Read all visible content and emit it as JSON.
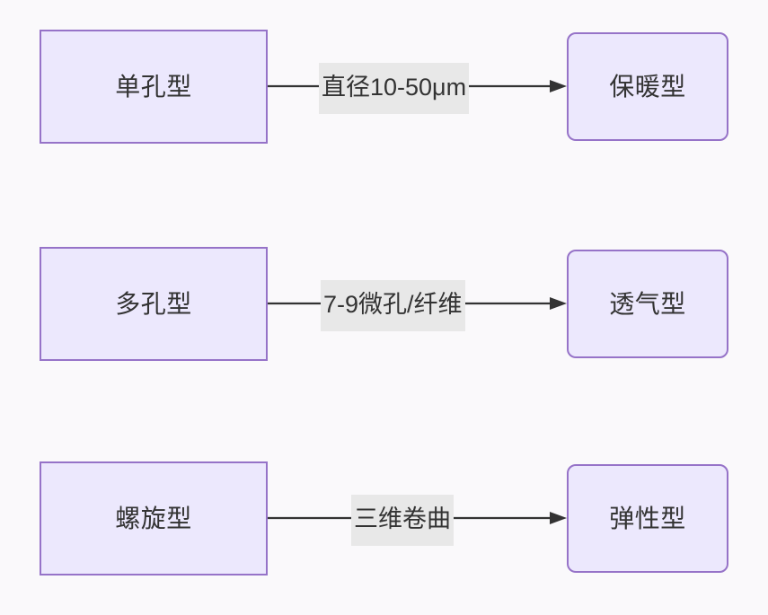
{
  "diagram": {
    "type": "flowchart",
    "direction": "left-to-right",
    "background_color": "#faf9fb",
    "node_fill_color": "#ece8fd",
    "node_border_color": "#9673c8",
    "edge_color": "#333333",
    "edge_label_background": "#e8e8e8",
    "text_color": "#333333",
    "rows": [
      {
        "source": "单孔型",
        "edge_label": "直径10-50μm",
        "target": "保暖型",
        "label_width": "wide"
      },
      {
        "source": "多孔型",
        "edge_label": "7-9微孔/纤维",
        "target": "透气型",
        "label_width": "mid"
      },
      {
        "source": "螺旋型",
        "edge_label": "三维卷曲",
        "target": "弹性型",
        "label_width": "short"
      }
    ]
  }
}
